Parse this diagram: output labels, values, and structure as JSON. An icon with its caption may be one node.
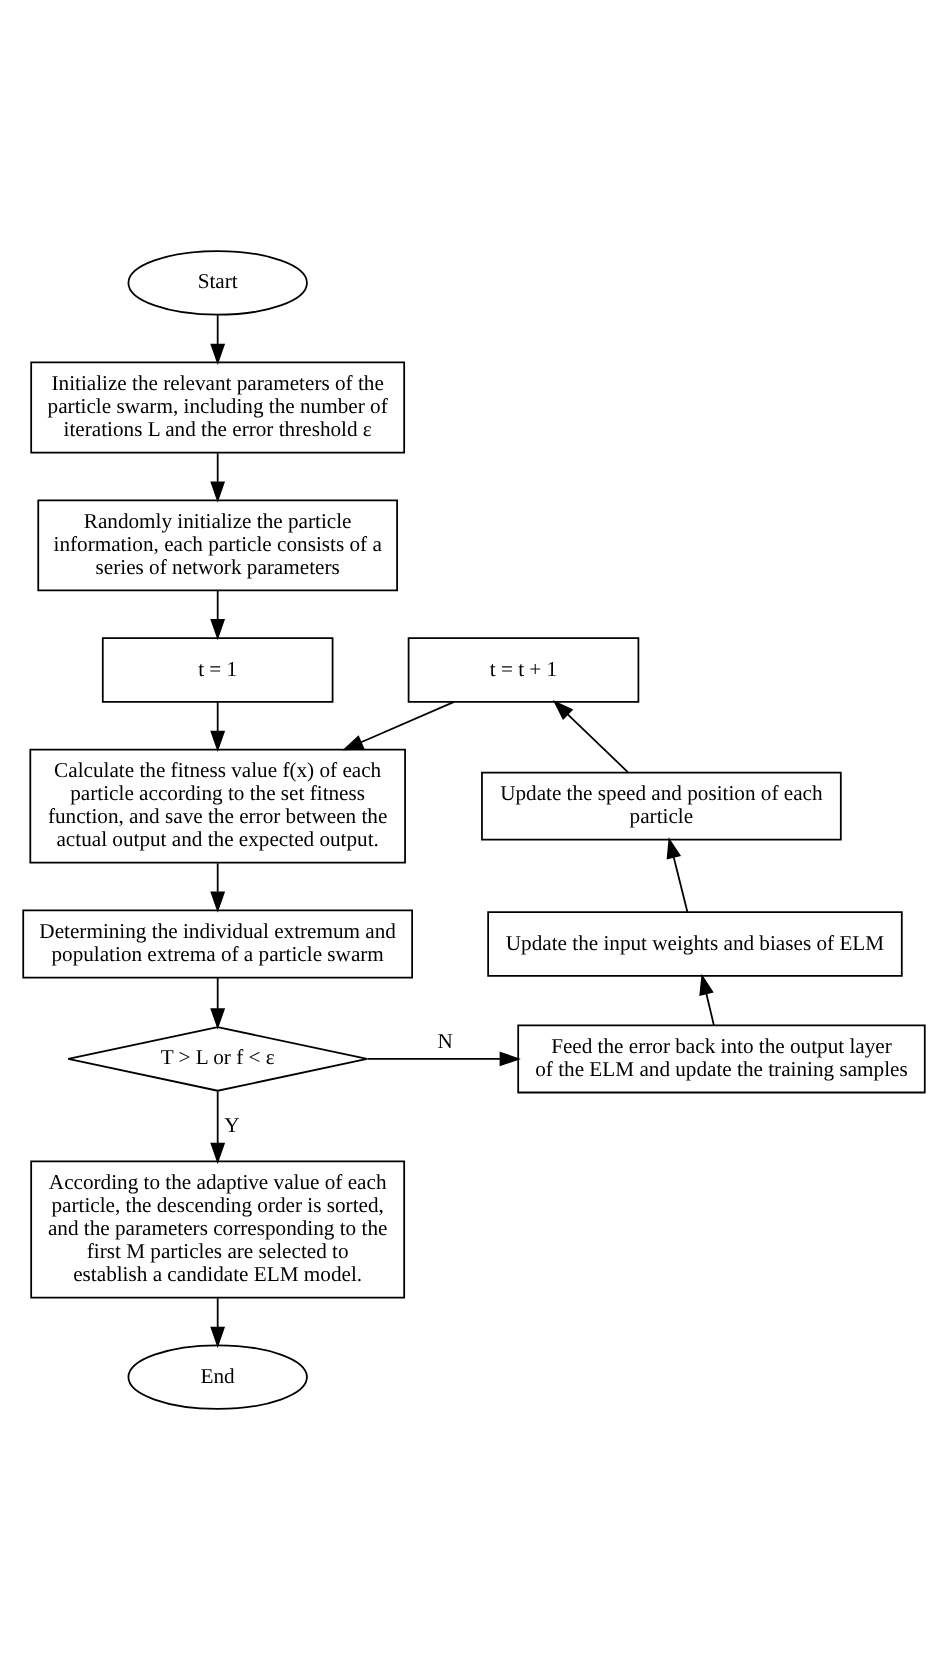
{
  "diagram": {
    "nodes": [
      {
        "text": [
          "Start"
        ]
      },
      {
        "text": [
          "Initialize the relevant parameters of the particle swarm, including the number of iterations L and the error threshold ε"
        ]
      },
      {
        "text": [
          "Randomly initialize the particle information, each particle consists of a series of network parameters"
        ]
      },
      {
        "text": [
          "t = 1"
        ]
      },
      {
        "text": [
          "Calculate the fitness value f(x) of each particle according to the set fitness function, and save the error between the actual output and the expected output."
        ]
      },
      {
        "text": [
          "Determining the individual extremum and population extrema of a particle swarm"
        ]
      },
      {
        "text": [
          "T > L or f < ε"
        ]
      },
      {
        "text": [
          "According to the adaptive value of each particle, the descending order is sorted, and the parameters corresponding to the first M particles are selected to establish a candidate ELM model."
        ]
      },
      {
        "text": [
          "End"
        ]
      },
      {
        "text": [
          "Feed the error back into the output layer of the ELM and update the training samples"
        ]
      },
      {
        "text": [
          "Update the input weights and biases of ELM"
        ]
      },
      {
        "text": [
          "Update the speed and position of each particle"
        ]
      },
      {
        "text": [
          "t = t + 1"
        ]
      }
    ],
    "edges": [
      {
        "from": 0,
        "to": 1,
        "arrow": "to"
      },
      {
        "from": 1,
        "to": 2,
        "arrow": "to"
      },
      {
        "from": 2,
        "to": 3,
        "arrow": "to"
      },
      {
        "from": 3,
        "to": 4,
        "arrow": "to"
      },
      {
        "from": 4,
        "to": 5,
        "arrow": "to"
      },
      {
        "from": 5,
        "to": 6,
        "arrow": "to"
      },
      {
        "from": 6,
        "to": 7,
        "label": "Y",
        "arrow": "to"
      },
      {
        "from": 7,
        "to": 8,
        "arrow": "to"
      },
      {
        "from": 6,
        "to": 9,
        "label": "N",
        "arrow": "to"
      },
      {
        "from": 9,
        "to": 10,
        "arrow": "to"
      },
      {
        "from": 10,
        "to": 11,
        "arrow": "to"
      },
      {
        "from": 11,
        "to": 12,
        "arrow": "to"
      },
      {
        "from": 12,
        "to": 4,
        "arrow": "to"
      }
    ]
  }
}
